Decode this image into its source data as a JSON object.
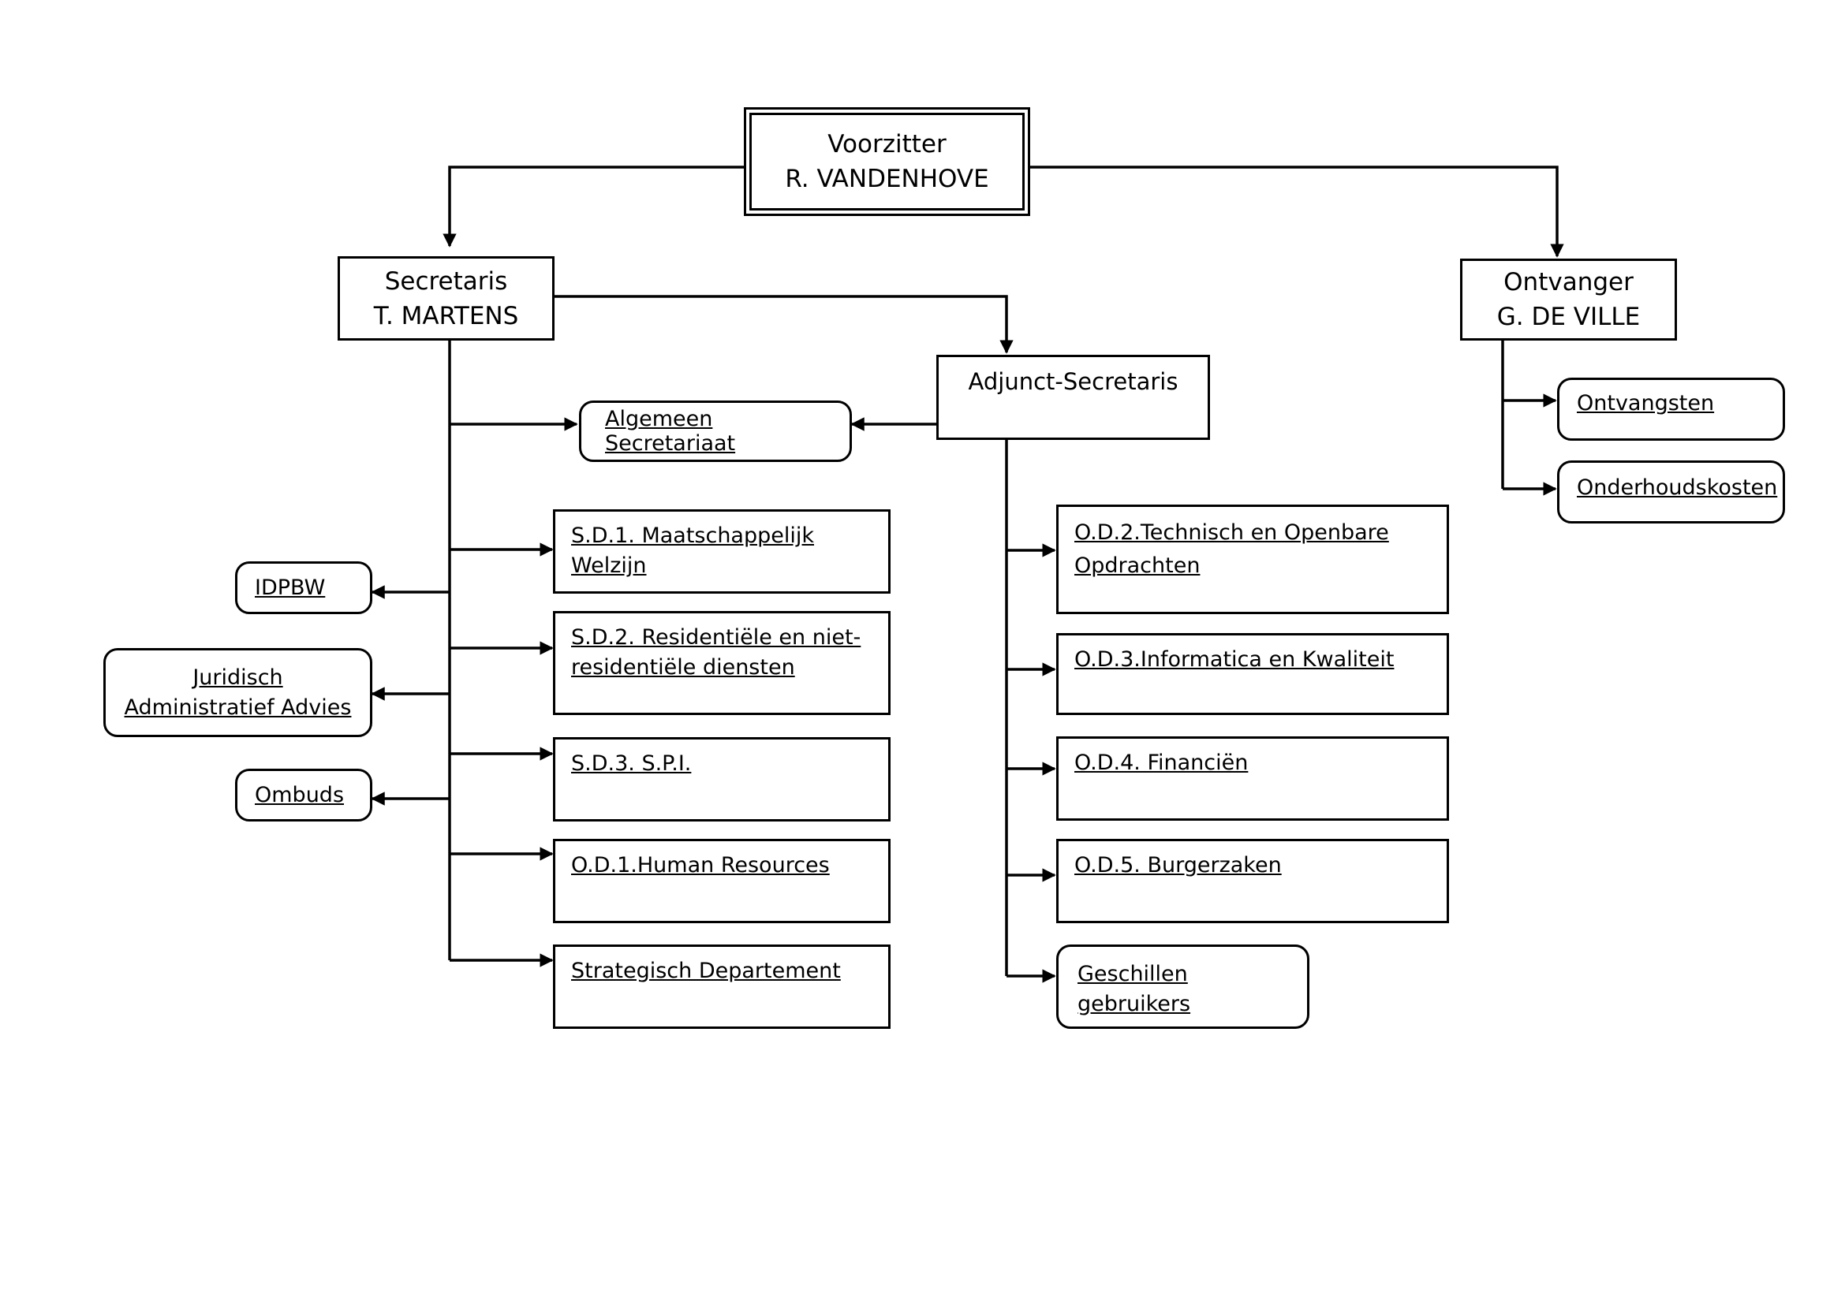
{
  "chairman": {
    "title": "Voorzitter",
    "name": "R. VANDENHOVE"
  },
  "secretary": {
    "title": "Secretaris",
    "name": "T. MARTENS"
  },
  "receiver": {
    "title": "Ontvanger",
    "name": "G. DE VILLE"
  },
  "deputy_secretary": {
    "title": "Adjunct-Secretaris"
  },
  "general_secretariat": "Algemeen Secretariaat",
  "staff_units": {
    "idpbw": "IDPBW",
    "legal_line1": "Juridisch",
    "legal_line2": "Administratief Advies",
    "ombuds": "Ombuds"
  },
  "secretary_departments": {
    "sd1": "S.D.1. Maatschappelijk Welzijn",
    "sd2_line1": "S.D.2. Residentiële en niet-",
    "sd2_line2": "residentiële diensten",
    "sd3": "S.D.3. S.P.I.",
    "od1": "O.D.1.Human Resources",
    "strategic": "Strategisch Departement"
  },
  "deputy_departments": {
    "od2_line1": "O.D.2.Technisch en Openbare",
    "od2_line2": "Opdrachten",
    "od3": "O.D.3.Informatica en Kwaliteit",
    "od4": "O.D.4. Financiën",
    "od5": "O.D.5. Burgerzaken",
    "disputes": "Geschillen gebruikers"
  },
  "receiver_units": {
    "receipts": "Ontvangsten",
    "maintenance": "Onderhoudskosten"
  }
}
